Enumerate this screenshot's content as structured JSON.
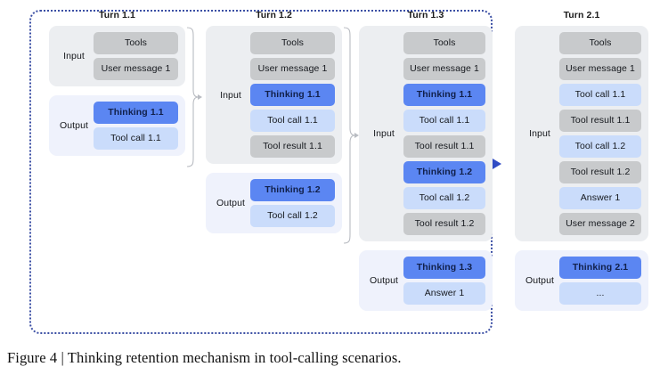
{
  "figure": {
    "caption": "Figure 4 | Thinking retention mechanism in tool-calling scenarios.",
    "colors": {
      "envelope_border": "#3b4fa4",
      "arrow": "#2f4bc4",
      "chip_gray": "#c8cacc",
      "chip_blue_dark": "#5b86f2",
      "chip_blue_light": "#cadcfb",
      "panel_input_bg": "#eceef1",
      "panel_output_bg": "#eff2fc",
      "brace": "#b9bcc2"
    },
    "labels": {
      "input": "Input",
      "output": "Output"
    }
  },
  "columns": [
    {
      "title": "Turn 1.1",
      "input": [
        {
          "label": "Tools",
          "kind": "gray"
        },
        {
          "label": "User message 1",
          "kind": "gray"
        }
      ],
      "output": [
        {
          "label": "Thinking 1.1",
          "kind": "blue-dark"
        },
        {
          "label": "Tool call 1.1",
          "kind": "blue-light"
        }
      ]
    },
    {
      "title": "Turn 1.2",
      "input": [
        {
          "label": "Tools",
          "kind": "gray"
        },
        {
          "label": "User message 1",
          "kind": "gray"
        },
        {
          "label": "Thinking 1.1",
          "kind": "blue-dark"
        },
        {
          "label": "Tool call 1.1",
          "kind": "blue-light"
        },
        {
          "label": "Tool result 1.1",
          "kind": "gray"
        }
      ],
      "output": [
        {
          "label": "Thinking 1.2",
          "kind": "blue-dark"
        },
        {
          "label": "Tool call 1.2",
          "kind": "blue-light"
        }
      ]
    },
    {
      "title": "Turn 1.3",
      "input": [
        {
          "label": "Tools",
          "kind": "gray"
        },
        {
          "label": "User message 1",
          "kind": "gray"
        },
        {
          "label": "Thinking 1.1",
          "kind": "blue-dark"
        },
        {
          "label": "Tool call 1.1",
          "kind": "blue-light"
        },
        {
          "label": "Tool result 1.1",
          "kind": "gray"
        },
        {
          "label": "Thinking 1.2",
          "kind": "blue-dark"
        },
        {
          "label": "Tool call 1.2",
          "kind": "blue-light"
        },
        {
          "label": "Tool result 1.2",
          "kind": "gray"
        }
      ],
      "output": [
        {
          "label": "Thinking 1.3",
          "kind": "blue-dark"
        },
        {
          "label": "Answer 1",
          "kind": "blue-light"
        }
      ]
    },
    {
      "title": "Turn 2.1",
      "input": [
        {
          "label": "Tools",
          "kind": "gray"
        },
        {
          "label": "User message 1",
          "kind": "gray"
        },
        {
          "label": "Tool call 1.1",
          "kind": "blue-light"
        },
        {
          "label": "Tool result 1.1",
          "kind": "gray"
        },
        {
          "label": "Tool call 1.2",
          "kind": "blue-light"
        },
        {
          "label": "Tool result 1.2",
          "kind": "gray"
        },
        {
          "label": "Answer 1",
          "kind": "blue-light"
        },
        {
          "label": "User message 2",
          "kind": "gray"
        }
      ],
      "output": [
        {
          "label": "Thinking 2.1",
          "kind": "blue-dark"
        },
        {
          "label": "...",
          "kind": "blue-light"
        }
      ]
    }
  ]
}
